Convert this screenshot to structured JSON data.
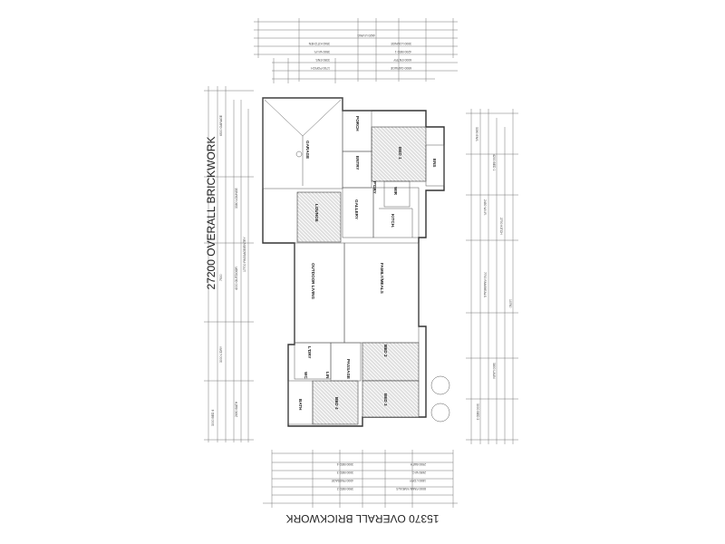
{
  "drawing": {
    "left_overall": "27200 OVERALL BRICKWORK",
    "bottom_overall": "15370 OVERALL BRICKWORK"
  },
  "rooms": {
    "garage": "GARAGE",
    "porch": "PORCH",
    "entry": "ENTRY",
    "bed1": "BED 1",
    "wir": "WIR",
    "ens": "ENS",
    "lounge": "LOUNGE",
    "gallery": "GALLERY",
    "pdry": "P'DRY",
    "kitch": "KITCH.",
    "outdoor_living": "OUTDOOR LIVING",
    "family_meals": "FAMILY/MEALS",
    "lndry": "L'DRY",
    "passage": "PASSAGE",
    "bed2": "BED 2",
    "wc": "WC",
    "bath": "BATH",
    "bed3": "BED 3",
    "bed4": "BED 4",
    "lin": "LIN"
  },
  "dimensions": {
    "top": [
      "6500 GARAGE",
      "1700 PORCH",
      "6000 ENTRY",
      "3390 ENS",
      "4200 BED 1",
      "3500 W.I.R.",
      "3000 LOUNGE",
      "3940 KITCHEN",
      "4620 LIVING"
    ],
    "bottom": [
      "8000 FAMILY/MEALS",
      "3900 BED 2",
      "1800 L'DRY",
      "4000 PASSAGE",
      "2690 W.C.",
      "3000 BED 3",
      "2900 BATH",
      "3000 BED 4"
    ],
    "left": [
      "6500 GARAGE",
      "3380 LOUNGE",
      "7500",
      "4000 OUTDOOR",
      "3000 L'DRY",
      "2690 BATH",
      "3000 BED 4",
      "17700 PASSAGE/ENTRY"
    ],
    "right": [
      "3390 ENS",
      "4200 BED 1",
      "2450 W.I.R.",
      "2700 KITCH",
      "7700 FAM/MEALS",
      "3800 LAUN",
      "3000 BED 3",
      "10760"
    ]
  }
}
